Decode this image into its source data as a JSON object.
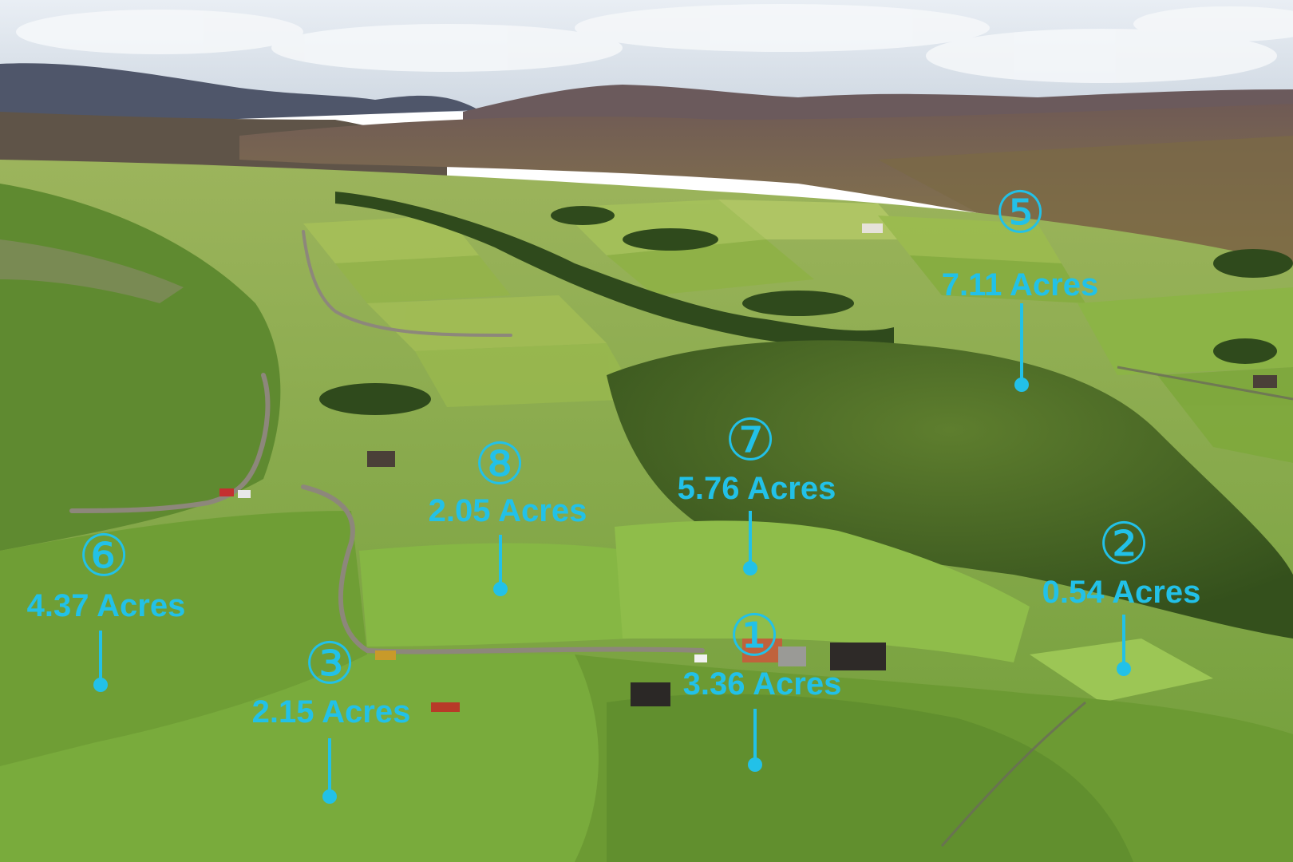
{
  "colors": {
    "annotation": "#22c1e8",
    "sky": "#dfe6ee",
    "cloud": "#f4f6f8",
    "mountain_far": "#5b6272",
    "mountain_mid": "#6e5d5d",
    "moor": "#7d6a4e",
    "field_light": "#8fb84a",
    "field_mid": "#6f9a3a",
    "field_dark": "#4f7a2c",
    "hill_dark": "#3d5a22",
    "trees": "#2f4a1c",
    "road": "#8a8478"
  },
  "lots": [
    {
      "id": "lot-1",
      "number": "①",
      "acres": "3.36 Acres"
    },
    {
      "id": "lot-2",
      "number": "②",
      "acres": "0.54 Acres"
    },
    {
      "id": "lot-3",
      "number": "③",
      "acres": "2.15 Acres"
    },
    {
      "id": "lot-5",
      "number": "⑤",
      "acres": "7.11 Acres"
    },
    {
      "id": "lot-6",
      "number": "⑥",
      "acres": "4.37 Acres"
    },
    {
      "id": "lot-7",
      "number": "⑦",
      "acres": "5.76 Acres"
    },
    {
      "id": "lot-8",
      "number": "⑧",
      "acres": "2.05 Acres"
    }
  ]
}
